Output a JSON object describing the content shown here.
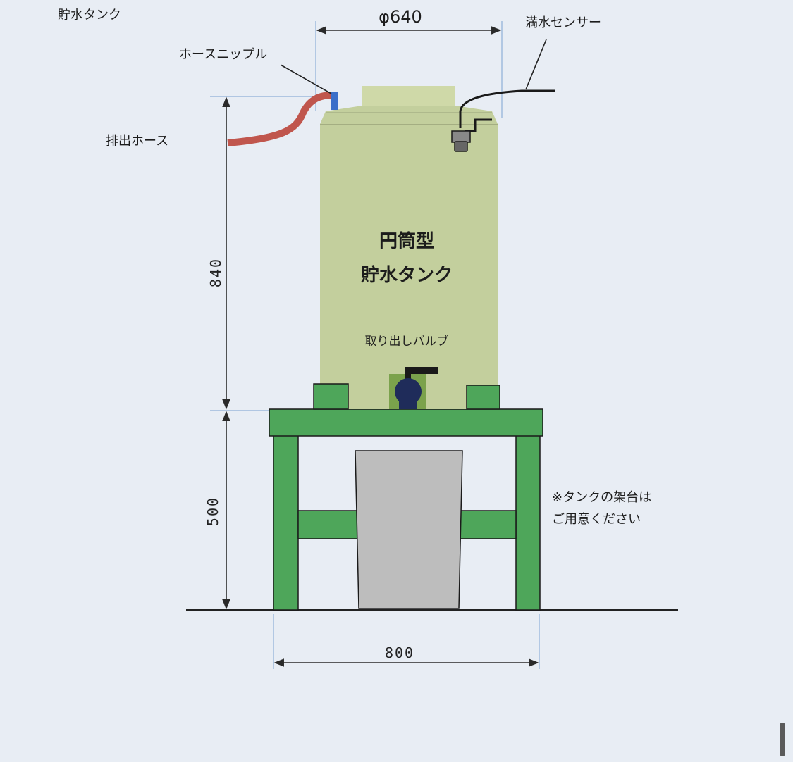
{
  "title": "貯水タンク",
  "tank": {
    "label_line1": "円筒型",
    "label_line2": "貯水タンク"
  },
  "labels": {
    "hose_nipple": "ホースニップル",
    "full_water_sensor": "満水センサー",
    "discharge_hose": "排出ホース",
    "outlet_valve": "取り出しバルブ",
    "stand_note_line1": "※タンクの架台は",
    "stand_note_line2": "ご用意ください"
  },
  "dimensions": {
    "diameter": "φ640",
    "tank_height": "840",
    "stand_height": "500",
    "stand_width": "800"
  },
  "colors": {
    "background": "#e8edf4",
    "tank_fill": "#c3cf9d",
    "tank_top": "#cfd9a8",
    "stand_fill": "#4ea65a",
    "hose": "#c0564d",
    "nipple": "#3b6fc9",
    "valve": "#1f2c5a",
    "bucket": "#bdbdbd",
    "dim_line": "#3a3a3a",
    "guide_line": "#8fb0d8"
  }
}
